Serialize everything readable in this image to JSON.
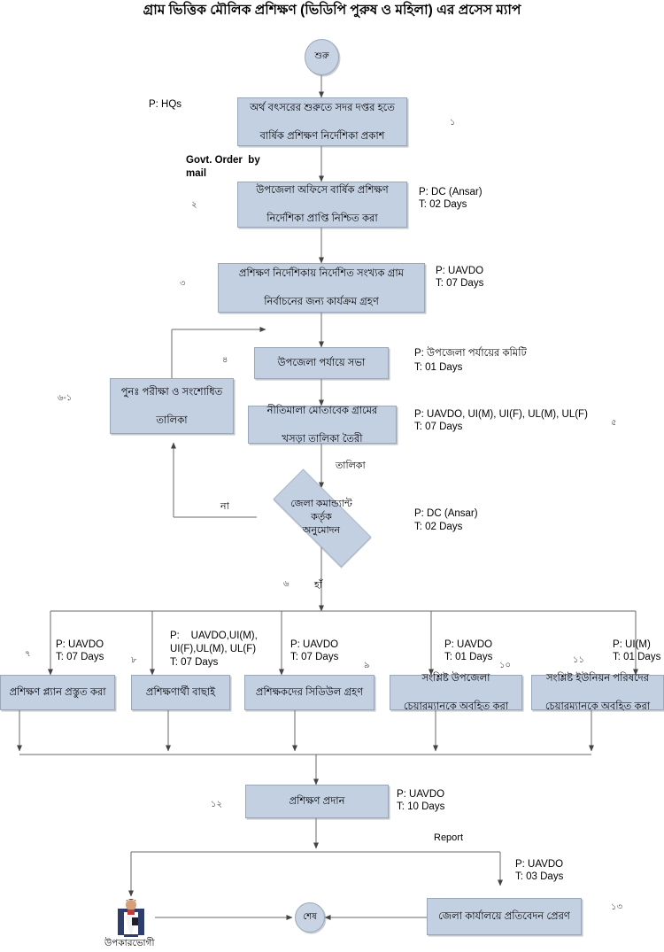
{
  "title": "গ্রাম ভিত্তিক মৌলিক প্রশিক্ষণ (ভিডিপি পুরুষ ও মহিলা) এর প্রসেস ম্যাপ",
  "colors": {
    "node_fill": "#c3d0e2",
    "node_border": "#9aa8ba",
    "line": "#555555",
    "text": "#000000"
  },
  "start_node": {
    "label": "শুরু"
  },
  "end_node": {
    "label": "শেষ"
  },
  "nodes": [
    {
      "id": "n1",
      "line1": "অর্থ বৎসরের শুরুতে সদর দপ্তর হতে",
      "line2": "বার্ষিক প্রশিক্ষণ নির্দেশিকা প্রকাশ",
      "number": "১"
    },
    {
      "id": "n2",
      "line1": "উপজেলা অফিসে বার্ষিক প্রশিক্ষণ",
      "line2": "নির্দেশিকা প্রাপ্তি নিশ্চিত করা",
      "number": "২"
    },
    {
      "id": "n3",
      "line1": "প্রশিক্ষণ নির্দেশিকায় নির্দেশিত সংখ্যক গ্রাম",
      "line2": "নির্বাচনের জন্য কার্যক্রম গ্রহণ",
      "number": "৩"
    },
    {
      "id": "n4",
      "line1": "উপজেলা পর্যায়ে  সভা",
      "line2": "",
      "number": "৪"
    },
    {
      "id": "n5",
      "line1": "নীতিমালা মোতাবেক গ্রামের",
      "line2": "খসড়া তালিকা তৈরী",
      "number": "৫"
    },
    {
      "id": "n61",
      "line1": "পুনঃ পরীক্ষা ও সংশোধিত",
      "line2": "তালিকা",
      "number": "৬-১"
    },
    {
      "id": "n7",
      "line1": "প্রশিক্ষণ প্ল্যান প্রস্তুত করা",
      "line2": "",
      "number": "৭"
    },
    {
      "id": "n8",
      "line1": "প্রশিক্ষণার্থী বাছাই",
      "line2": "",
      "number": "৮"
    },
    {
      "id": "n9",
      "line1": "প্রশিক্ষকদের সিডিউল গ্রহণ",
      "line2": "",
      "number": "৯"
    },
    {
      "id": "n10",
      "line1": "সংশ্লিষ্ট উপজেলা",
      "line2": "চেয়ারম্যানকে অবহিত করা",
      "number": "১০"
    },
    {
      "id": "n11",
      "line1": "সংশ্লিষ্ট ইউনিয়ন পরিষদের",
      "line2": "চেয়ারম্যানকে অবহিত করা",
      "number": "১১"
    },
    {
      "id": "n12",
      "line1": "প্রশিক্ষণ প্রদান",
      "line2": "",
      "number": "১২"
    },
    {
      "id": "n13",
      "line1": "জেলা কার্যালয়ে প্রতিবেদন প্রেরণ",
      "line2": "",
      "number": "১৩"
    }
  ],
  "decision": {
    "line1": "জেলা কমান্ড্যান্ট",
    "line2": "কর্তৃক",
    "line3": "অনুমোদন",
    "number": "৬",
    "yes_label": "হাঁ",
    "no_label": "না"
  },
  "annotations": {
    "a1_p": "P: HQs",
    "govt_order": "Govt. Order  by\nmail",
    "a2_p": "P: DC (Ansar)",
    "a2_t": "T: 02 Days",
    "a3_p": "P: UAVDO",
    "a3_t": "T: 07 Days",
    "a4_p": "P: উপজেলা পর্যায়ের কমিটি",
    "a4_t": "T: 01 Days",
    "a5_p": "P: UAVDO, UI(M), UI(F), UL(M), UL(F)",
    "a5_t": "T: 07 Days",
    "list_label": "তালিকা",
    "a6_p": "P: DC (Ansar)",
    "a6_t": "T: 02 Days",
    "a7_p": "P: UAVDO",
    "a7_t": "T: 07 Days",
    "a8_p": "P:    UAVDO,UI(M),\nUI(F),UL(M), UL(F)",
    "a8_t": "T: 07 Days",
    "a9_p": "P: UAVDO",
    "a9_t": "T: 07 Days",
    "a10_p": "P: UAVDO",
    "a10_t": "T: 01 Days",
    "a11_p": "P: UI(M)",
    "a11_t": "T: 01 Days",
    "a12_p": "P: UAVDO",
    "a12_t": "T: 10 Days",
    "report_label": "Report",
    "a13_p": "P: UAVDO",
    "a13_t": "T: 03 Days"
  },
  "beneficiary": {
    "label": "উপকারভোগী",
    "icon": "person-icon"
  }
}
